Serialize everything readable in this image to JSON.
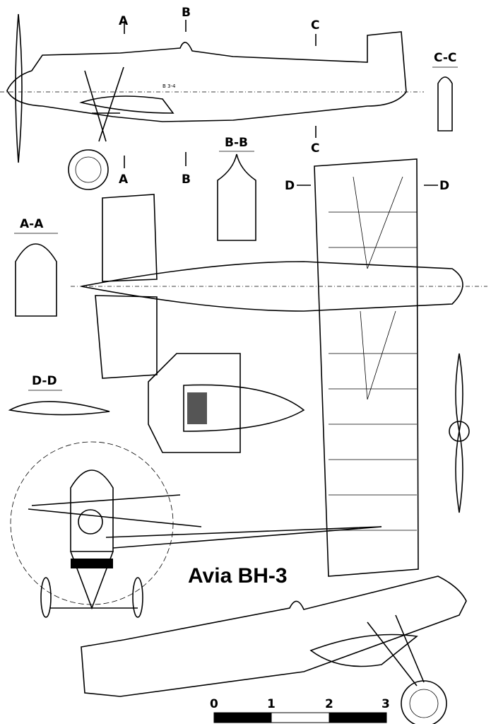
{
  "title": "Avia BH-3",
  "section_markers": {
    "A_top": "A",
    "A_bottom": "A",
    "B_top": "B",
    "B_bottom": "B",
    "C_top": "C",
    "C_bottom": "C",
    "D_left": "D",
    "D_right": "D"
  },
  "sections": {
    "cc": "C-C",
    "bb": "B-B",
    "aa": "A-A",
    "dd": "D-D"
  },
  "fuselage_marking": "B 3-4",
  "scale_bar": {
    "ticks": [
      "0",
      "1",
      "2",
      "3"
    ],
    "segment_colors": [
      "#000000",
      "#ffffff",
      "#000000"
    ]
  }
}
